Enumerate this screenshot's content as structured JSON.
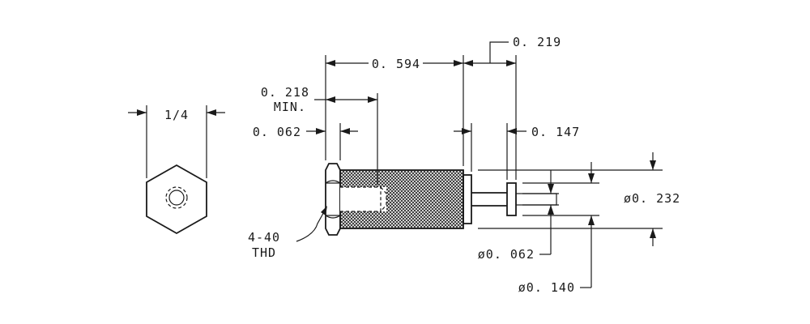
{
  "drawing": {
    "labels": {
      "hex_width": "1/4",
      "overall_length": "0. 594",
      "pin_length": "0. 219",
      "bore_depth": "0. 218",
      "bore_depth_note": "MIN.",
      "hex_thickness": "0. 062",
      "pin_collar": "0. 147",
      "body_diameter": "ø0. 232",
      "pin_tip_diameter": "ø0. 062",
      "collar_diameter": "ø0. 140",
      "thread": "4-40",
      "thread_note": "THD"
    }
  }
}
